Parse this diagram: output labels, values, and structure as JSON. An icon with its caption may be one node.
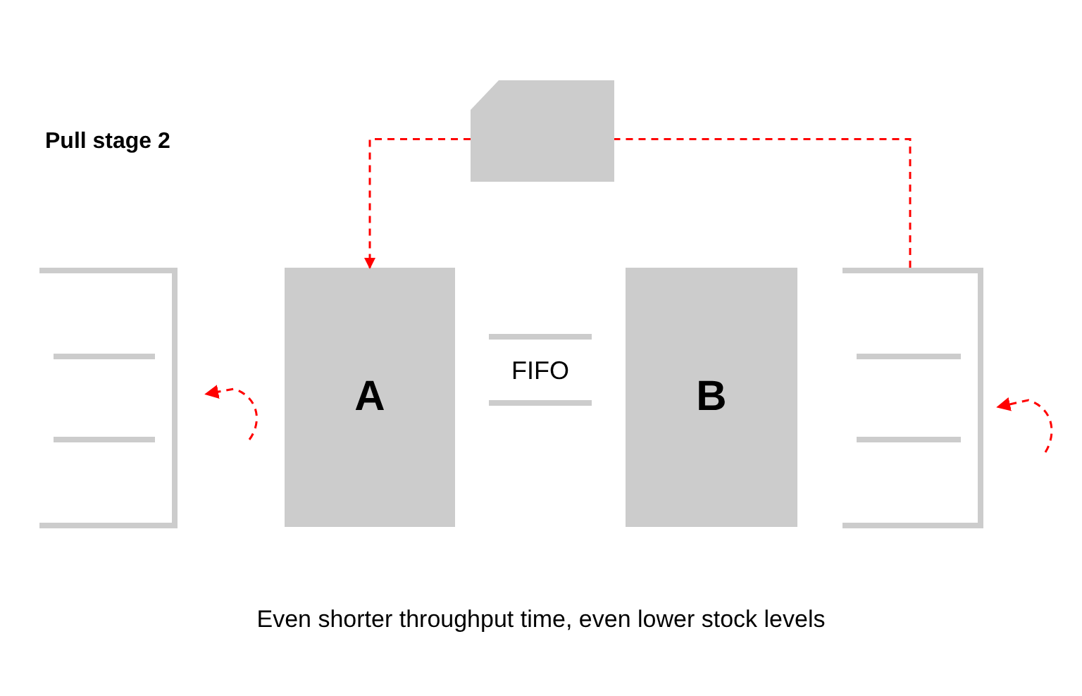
{
  "diagram": {
    "title": "Pull stage 2",
    "caption": "Even shorter throughput time, even lower stock levels",
    "nodes": [
      {
        "text": [],
        "shape": "shelf"
      },
      {
        "text": [
          "A"
        ]
      },
      {
        "text": [
          "FIFO"
        ]
      },
      {
        "text": [
          "B"
        ]
      },
      {
        "text": [],
        "shape": "shelf"
      },
      {
        "text": [],
        "shape": "card"
      }
    ],
    "edges": [
      {
        "from": 5,
        "to": 1,
        "arrow": "to",
        "style": "dashed",
        "color": "#ff0000"
      },
      {
        "from": 4,
        "to": 5,
        "arrow": "none",
        "style": "dashed",
        "color": "#ff0000"
      }
    ]
  }
}
